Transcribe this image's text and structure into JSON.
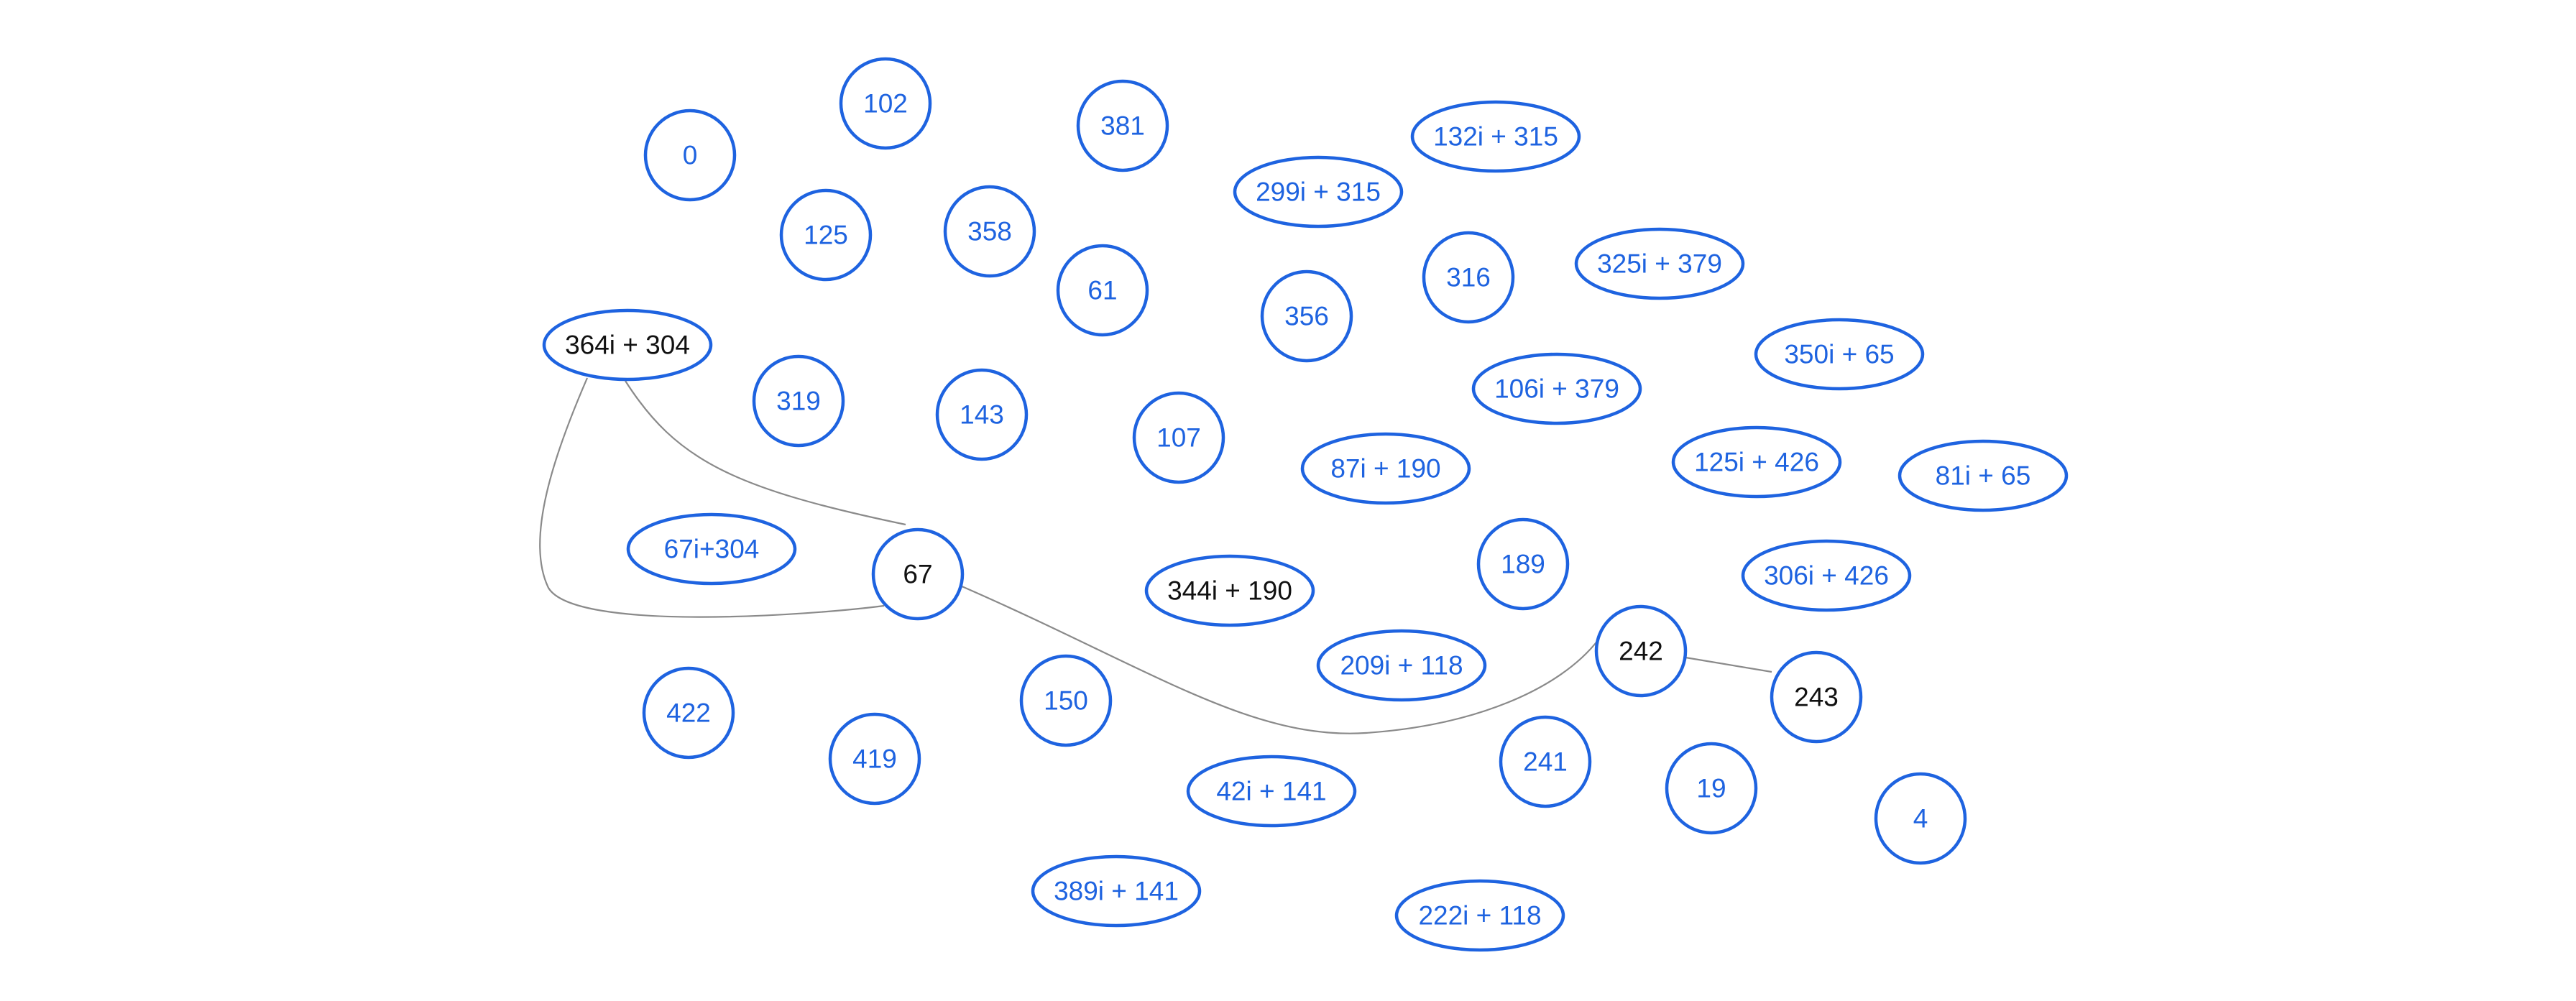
{
  "colors": {
    "node_stroke": "#1e63e0",
    "node_text": "#1e63e0",
    "highlight_text": "#111111",
    "edge": "#8a8a8a",
    "fill_blue": "#c6dafa",
    "fill_mint": "#d8f8ee",
    "fill_peach": "#fde0c4",
    "fill_default": "#ffffff"
  },
  "nodes": [
    {
      "id": "n0",
      "label": "0"
    },
    {
      "id": "n102",
      "label": "102"
    },
    {
      "id": "n381",
      "label": "381"
    },
    {
      "id": "n132i315",
      "label": "132i + 315"
    },
    {
      "id": "n125",
      "label": "125"
    },
    {
      "id": "n358",
      "label": "358"
    },
    {
      "id": "n299i315",
      "label": "299i + 315"
    },
    {
      "id": "n61",
      "label": "61"
    },
    {
      "id": "n356",
      "label": "356"
    },
    {
      "id": "n316",
      "label": "316"
    },
    {
      "id": "n325i379",
      "label": "325i + 379"
    },
    {
      "id": "n364i304",
      "label": "364i + 304",
      "highlight": "blue"
    },
    {
      "id": "n319",
      "label": "319"
    },
    {
      "id": "n143",
      "label": "143"
    },
    {
      "id": "n107",
      "label": "107"
    },
    {
      "id": "n106i379",
      "label": "106i + 379"
    },
    {
      "id": "n350i65",
      "label": "350i + 65"
    },
    {
      "id": "n87i190",
      "label": "87i + 190"
    },
    {
      "id": "n125i426",
      "label": "125i + 426"
    },
    {
      "id": "n81i65",
      "label": "81i + 65"
    },
    {
      "id": "n67i304",
      "label": "67i+304"
    },
    {
      "id": "n67",
      "label": "67",
      "highlight": "blue"
    },
    {
      "id": "n344i190",
      "label": "344i + 190",
      "highlight": "mint"
    },
    {
      "id": "n189",
      "label": "189"
    },
    {
      "id": "n306i426",
      "label": "306i + 426"
    },
    {
      "id": "n242",
      "label": "242",
      "highlight": "blue"
    },
    {
      "id": "n243",
      "label": "243",
      "highlight": "peach"
    },
    {
      "id": "n209i118",
      "label": "209i + 118"
    },
    {
      "id": "n422",
      "label": "422"
    },
    {
      "id": "n150",
      "label": "150"
    },
    {
      "id": "n419",
      "label": "419"
    },
    {
      "id": "n241",
      "label": "241"
    },
    {
      "id": "n19",
      "label": "19"
    },
    {
      "id": "n42i141",
      "label": "42i + 141"
    },
    {
      "id": "n4",
      "label": "4"
    },
    {
      "id": "n389i141",
      "label": "389i + 141"
    },
    {
      "id": "n222i118",
      "label": "222i + 118"
    }
  ],
  "edges": [
    {
      "from": "n364i304",
      "to": "n67"
    },
    {
      "from": "n364i304",
      "to": "n344i190"
    },
    {
      "from": "n67",
      "to": "n242"
    },
    {
      "from": "n242",
      "to": "n243"
    }
  ]
}
